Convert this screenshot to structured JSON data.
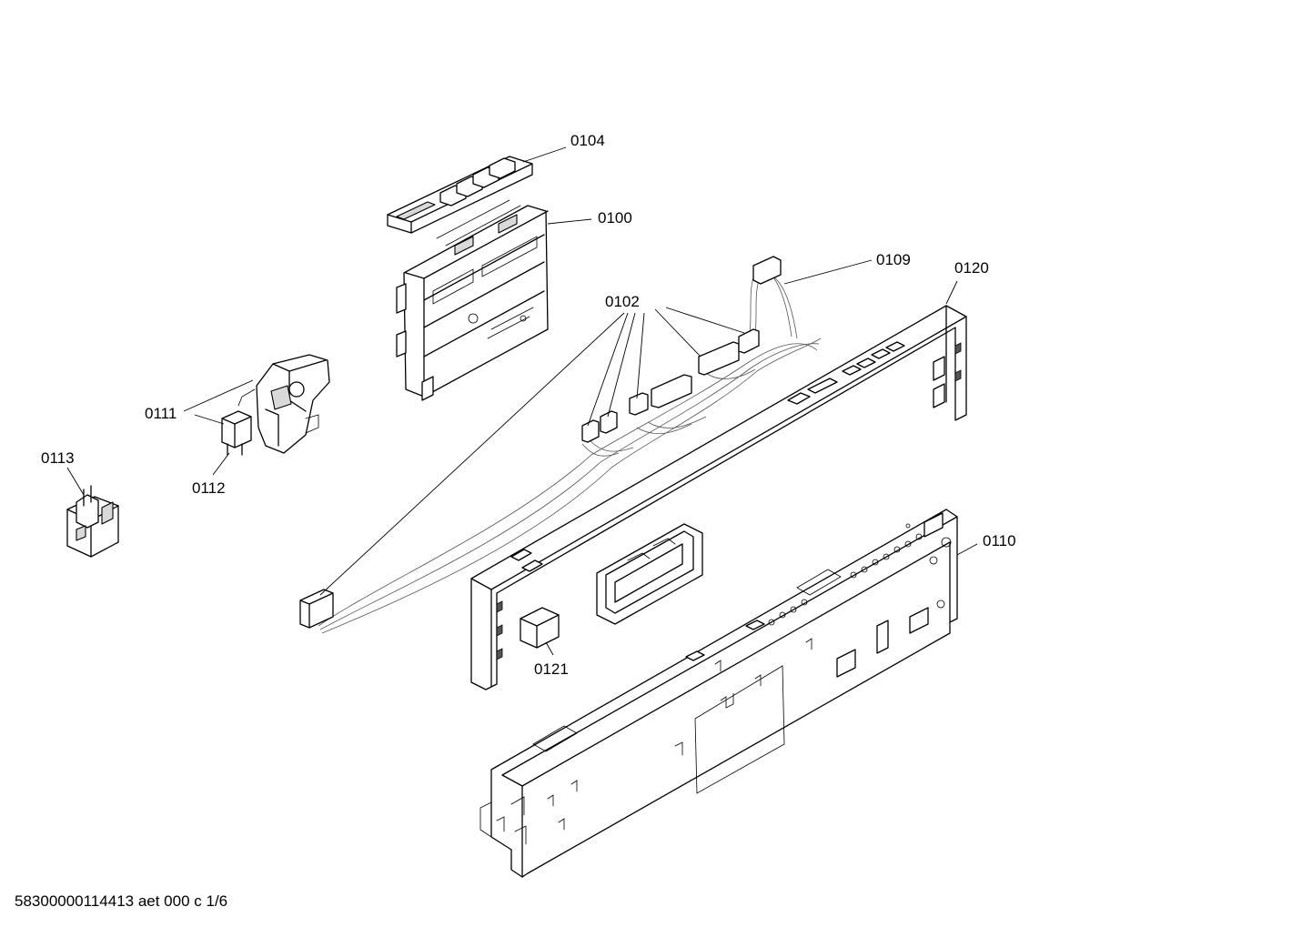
{
  "diagram": {
    "labels": {
      "p0104": "0104",
      "p0100": "0100",
      "p0109": "0109",
      "p0120": "0120",
      "p0102": "0102",
      "p0111": "0111",
      "p0112": "0112",
      "p0113": "0113",
      "p0110": "0110",
      "p0121": "0121"
    },
    "footer": "58300000114413 aet 000 c 1/6"
  }
}
